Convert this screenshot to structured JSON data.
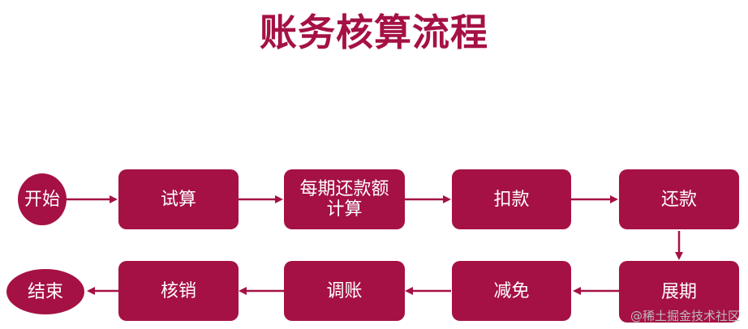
{
  "title": "账务核算流程",
  "colors": {
    "node_fill": "#a51145",
    "node_text": "#ffffff",
    "arrow": "#a51145",
    "title": "#a51145"
  },
  "nodes": {
    "start": "开始",
    "trial": "试算",
    "period_calc": "每期还款额计算",
    "deduct": "扣款",
    "repay": "还款",
    "extend": "展期",
    "reduce": "减免",
    "adjust": "调账",
    "writeoff": "核销",
    "end": "结束"
  },
  "watermark": "@稀土掘金技术社区"
}
